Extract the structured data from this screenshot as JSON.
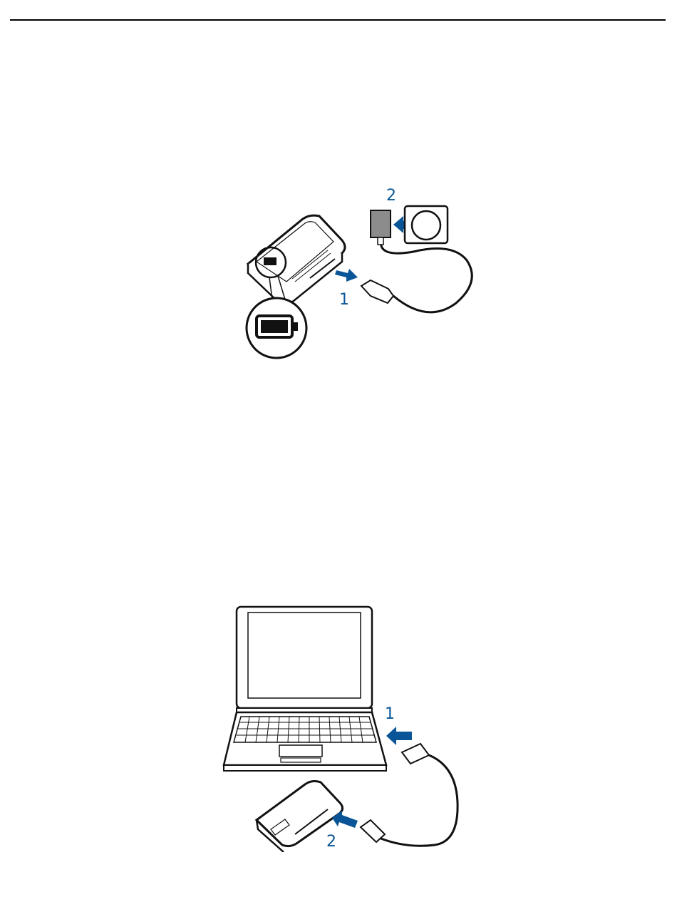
{
  "colors": {
    "accent": "#0a5597",
    "ink": "#111111",
    "rule": "#000000"
  },
  "figure_wall_charger": {
    "step_1": "1",
    "step_2": "2",
    "icons": [
      "phone-icon",
      "battery-indicator-icon",
      "wall-charger-icon",
      "wall-socket-icon",
      "usb-cable-icon"
    ]
  },
  "figure_usb_charging": {
    "step_1": "1",
    "step_2": "2",
    "icons": [
      "laptop-icon",
      "phone-icon",
      "usb-cable-icon"
    ]
  }
}
